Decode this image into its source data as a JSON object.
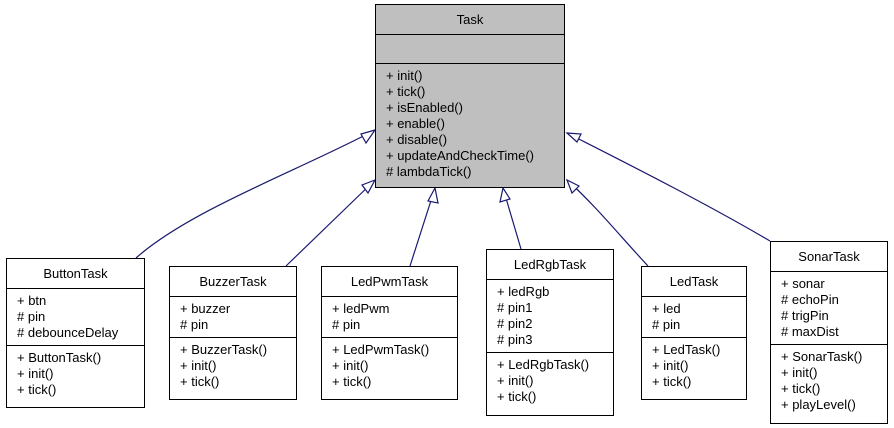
{
  "colors": {
    "base_fill": "#bfbfbf",
    "edge": "#191970"
  },
  "classes": {
    "task": {
      "name": "Task",
      "attributes": [],
      "operations": [
        "+ init()",
        "+ tick()",
        "+ isEnabled()",
        "+ enable()",
        "+ disable()",
        "+ updateAndCheckTime()",
        "# lambdaTick()"
      ]
    },
    "button_task": {
      "name": "ButtonTask",
      "attributes": [
        "+ btn",
        "# pin",
        "# debounceDelay"
      ],
      "operations": [
        "+ ButtonTask()",
        "+ init()",
        "+ tick()"
      ]
    },
    "buzzer_task": {
      "name": "BuzzerTask",
      "attributes": [
        "+ buzzer",
        "# pin"
      ],
      "operations": [
        "+ BuzzerTask()",
        "+ init()",
        "+ tick()"
      ]
    },
    "led_pwm_task": {
      "name": "LedPwmTask",
      "attributes": [
        "+ ledPwm",
        "# pin"
      ],
      "operations": [
        "+ LedPwmTask()",
        "+ init()",
        "+ tick()"
      ]
    },
    "led_rgb_task": {
      "name": "LedRgbTask",
      "attributes": [
        "+ ledRgb",
        "# pin1",
        "# pin2",
        "# pin3"
      ],
      "operations": [
        "+ LedRgbTask()",
        "+ init()",
        "+ tick()"
      ]
    },
    "led_task": {
      "name": "LedTask",
      "attributes": [
        "+ led",
        "# pin"
      ],
      "operations": [
        "+ LedTask()",
        "+ init()",
        "+ tick()"
      ]
    },
    "sonar_task": {
      "name": "SonarTask",
      "attributes": [
        "+ sonar",
        "# echoPin",
        "# trigPin",
        "# maxDist"
      ],
      "operations": [
        "+ SonarTask()",
        "+ init()",
        "+ tick()",
        "+ playLevel()"
      ]
    }
  }
}
